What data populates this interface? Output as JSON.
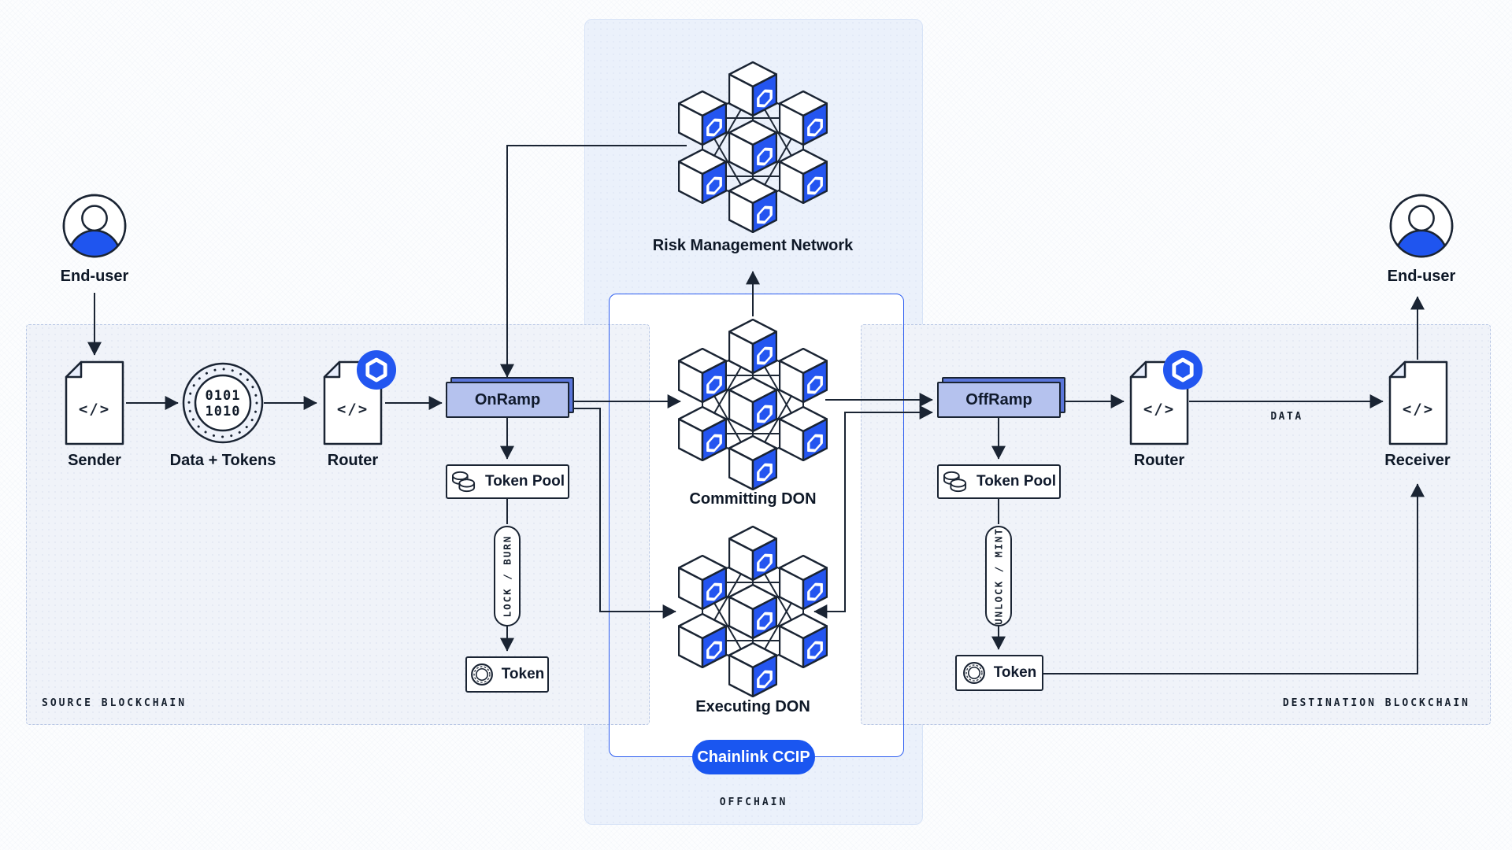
{
  "colors": {
    "accent_blue": "#2256f0",
    "ramp_fill": "#b5c2ee",
    "ramp_shadow": "#5b76da",
    "outline": "#1a2433",
    "offchain_bg": "#ebf1fb",
    "blockchain_panel_bg": "#f0f3f9",
    "ccip_border": "#2b5cf0"
  },
  "panels": {
    "source": {
      "label": "SOURCE BLOCKCHAIN"
    },
    "destination": {
      "label": "DESTINATION BLOCKCHAIN"
    },
    "offchain": {
      "label": "OFFCHAIN"
    },
    "ccip_badge": "Chainlink CCIP"
  },
  "nodes": {
    "end_user_source": {
      "label": "End-user"
    },
    "sender": {
      "label": "Sender",
      "code": "</>"
    },
    "data_tokens": {
      "label": "Data + Tokens",
      "bits1": "0101",
      "bits2": "1010"
    },
    "router_source": {
      "label": "Router",
      "code": "</>"
    },
    "onramp": {
      "label": "OnRamp"
    },
    "token_pool_source": {
      "label": "Token Pool"
    },
    "lock_burn_pill": {
      "label": "LOCK / BURN"
    },
    "token_source": {
      "label": "Token"
    },
    "risk_management_network": {
      "label": "Risk Management Network"
    },
    "committing_don": {
      "label": "Committing DON"
    },
    "executing_don": {
      "label": "Executing DON"
    },
    "offramp": {
      "label": "OffRamp"
    },
    "token_pool_destination": {
      "label": "Token Pool"
    },
    "unlock_mint_pill": {
      "label": "UNLOCK / MINT"
    },
    "token_destination": {
      "label": "Token"
    },
    "router_destination": {
      "label": "Router",
      "code": "</>"
    },
    "receiver": {
      "label": "Receiver",
      "code": "</>"
    },
    "end_user_destination": {
      "label": "End-user"
    }
  },
  "edges": {
    "data_label": "DATA"
  }
}
